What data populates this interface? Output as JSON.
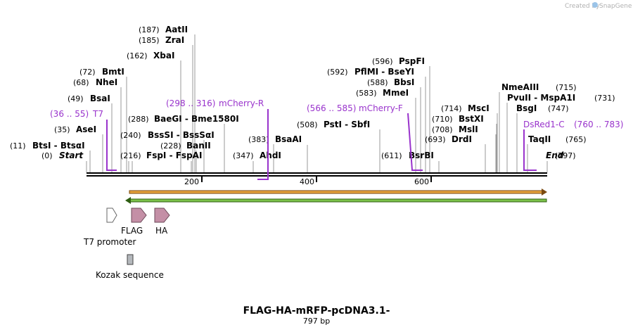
{
  "credit": {
    "created_by": "Created by",
    "brand": "SnapGene"
  },
  "sequence": {
    "length": 797,
    "ticks": [
      200,
      400,
      600
    ]
  },
  "sites": [
    {
      "name": "Start",
      "pos": 0,
      "italic": true,
      "pos_label": "(0)"
    },
    {
      "name": "End",
      "pos": 797,
      "italic": true,
      "pos_label": "(797)"
    },
    {
      "name": "BtsI - BtsαI",
      "pos": 11,
      "pos_label": "(11)"
    },
    {
      "name": "AseI",
      "pos": 35,
      "pos_label": "(35)"
    },
    {
      "name": "BsaI",
      "pos": 49,
      "pos_label": "(49)"
    },
    {
      "name": "NheI",
      "pos": 68,
      "pos_label": "(68)"
    },
    {
      "name": "BmtI",
      "pos": 72,
      "pos_label": "(72)"
    },
    {
      "name": "AatII",
      "pos": 187,
      "pos_label": "(187)"
    },
    {
      "name": "ZraI",
      "pos": 185,
      "pos_label": "(185)"
    },
    {
      "name": "XbaI",
      "pos": 162,
      "pos_label": "(162)"
    },
    {
      "name": "BaeGI - Bme1580I",
      "pos": 288,
      "pos_label": "(288)"
    },
    {
      "name": "BssSI - BssSαI",
      "pos": 240,
      "pos_label": "(240)"
    },
    {
      "name": "BanII",
      "pos": 228,
      "pos_label": "(228)"
    },
    {
      "name": "FspI - FspAI",
      "pos": 216,
      "pos_label": "(216)"
    },
    {
      "name": "BsaAI",
      "pos": 383,
      "pos_label": "(383)"
    },
    {
      "name": "AhdI",
      "pos": 347,
      "pos_label": "(347)"
    },
    {
      "name": "PstI - SbfI",
      "pos": 508,
      "pos_label": "(508)"
    },
    {
      "name": "PspFI",
      "pos": 596,
      "pos_label": "(596)"
    },
    {
      "name": "PflMI - BseYI",
      "pos": 592,
      "pos_label": "(592)"
    },
    {
      "name": "BbsI",
      "pos": 588,
      "pos_label": "(588)"
    },
    {
      "name": "MmeI",
      "pos": 583,
      "pos_label": "(583)"
    },
    {
      "name": "BsrBI",
      "pos": 611,
      "pos_label": "(611)"
    },
    {
      "name": "MscI",
      "pos": 714,
      "pos_label": "(714)"
    },
    {
      "name": "BstXI",
      "pos": 710,
      "pos_label": "(710)"
    },
    {
      "name": "MslI",
      "pos": 708,
      "pos_label": "(708)"
    },
    {
      "name": "DrdI",
      "pos": 693,
      "pos_label": "(693)"
    },
    {
      "name": "NmeAIII",
      "pos": 715,
      "pos_label": "(715)"
    },
    {
      "name": "PvuII - MspA1I",
      "pos": 731,
      "pos_label": "(731)"
    },
    {
      "name": "BsgI",
      "pos": 747,
      "pos_label": "(747)"
    },
    {
      "name": "TaqII",
      "pos": 765,
      "pos_label": "(765)"
    }
  ],
  "primers": [
    {
      "name": "T7",
      "range": "(36 .. 55)",
      "start": 36,
      "end": 55
    },
    {
      "name": "mCherry-R",
      "range": "(298 .. 316)",
      "start": 298,
      "end": 316
    },
    {
      "name": "mCherry-F",
      "range": "(566 .. 585)",
      "start": 566,
      "end": 585
    },
    {
      "name": "DsRed1-C",
      "range": "(760 .. 783)",
      "start": 760,
      "end": 783
    }
  ],
  "features": [
    {
      "name": "T7 promoter",
      "type": "promoter",
      "color": "#ffffff"
    },
    {
      "name": "FLAG",
      "type": "tag",
      "color": "#c48fa6"
    },
    {
      "name": "HA",
      "type": "tag",
      "color": "#c48fa6"
    },
    {
      "name": "Kozak sequence",
      "type": "misc",
      "color": "#b4b8bc"
    }
  ],
  "orfs": [
    {
      "direction": "forward",
      "color": "#e8a33c"
    },
    {
      "direction": "reverse",
      "color": "#7cc24a"
    }
  ],
  "colors": {
    "primer": "#9933cc",
    "backbone": "#000000"
  },
  "title": "FLAG-HA-mRFP-pcDNA3.1-",
  "subtitle": "797 bp"
}
